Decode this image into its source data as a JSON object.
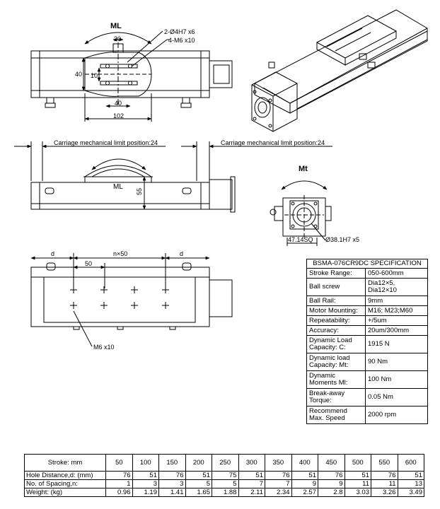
{
  "top_view": {
    "moment_label": "ML",
    "callout_pin": "2-Ø4H7 x6",
    "callout_thread": "4-M6 x10",
    "dim_20": "20",
    "dim_40_vertical": "40",
    "dim_10": "10",
    "dim_40_horizontal": "40",
    "dim_102": "102"
  },
  "side_view": {
    "limit_left": "Carriage mechanical limit position:24",
    "limit_right": "Carriage mechanical limit position:24",
    "moment_label": "ML",
    "dim_55": "55"
  },
  "end_view": {
    "moment_label": "Mt",
    "dim_square": "47.14SQ",
    "dim_bore": "Ø38.1H7 x5"
  },
  "bottom_view": {
    "dim_d_left": "d",
    "dim_nx50": "n×50",
    "dim_d_right": "d",
    "dim_50": "50",
    "hole_callout": "M6 x10"
  },
  "spec_table": {
    "title": "BSMA-076CR9DC SPECIFICATION",
    "rows": [
      {
        "key": "Stroke Range:",
        "value": "050-600mm"
      },
      {
        "key": "Ball screw",
        "value": "Dia12×5,\nDia12×10"
      },
      {
        "key": "Ball Rail:",
        "value": "9mm"
      },
      {
        "key": "Motor Mounting:",
        "value": "M16; M23;M60"
      },
      {
        "key": "Repeatability:",
        "value": "+/5um"
      },
      {
        "key": "Accuracy:",
        "value": "20um/300mm"
      },
      {
        "key": "Dynamic Load\nCapacity: C:",
        "value": "1915 N"
      },
      {
        "key": "Dynamic load\nCapacity: Mt:",
        "value": "90 Nm"
      },
      {
        "key": "Dynamic\nMoments Ml:",
        "value": "100 Nm"
      },
      {
        "key": "Break-away\nTorque:",
        "value": "0.05 Nm"
      },
      {
        "key": "Recommend\nMax. Speed",
        "value": "2000 rpm"
      }
    ]
  },
  "stroke_table": {
    "header_label": "Stroke: mm",
    "strokes": [
      "50",
      "100",
      "150",
      "200",
      "250",
      "300",
      "350",
      "400",
      "450",
      "500",
      "550",
      "600"
    ],
    "rows": [
      {
        "label": "Hole Distance,d: (mm)",
        "values": [
          "76",
          "51",
          "76",
          "51",
          "75",
          "51",
          "76",
          "51",
          "76",
          "51",
          "76",
          "51"
        ]
      },
      {
        "label": "No. of Spacing,n:",
        "values": [
          "1",
          "3",
          "3",
          "5",
          "5",
          "7",
          "7",
          "9",
          "9",
          "11",
          "11",
          "13"
        ]
      },
      {
        "label": "Weight: (kg)",
        "values": [
          "0.96",
          "1.19",
          "1.41",
          "1.65",
          "1.88",
          "2.11",
          "2.34",
          "2.57",
          "2.8",
          "3.03",
          "3.26",
          "3.49"
        ]
      }
    ]
  }
}
